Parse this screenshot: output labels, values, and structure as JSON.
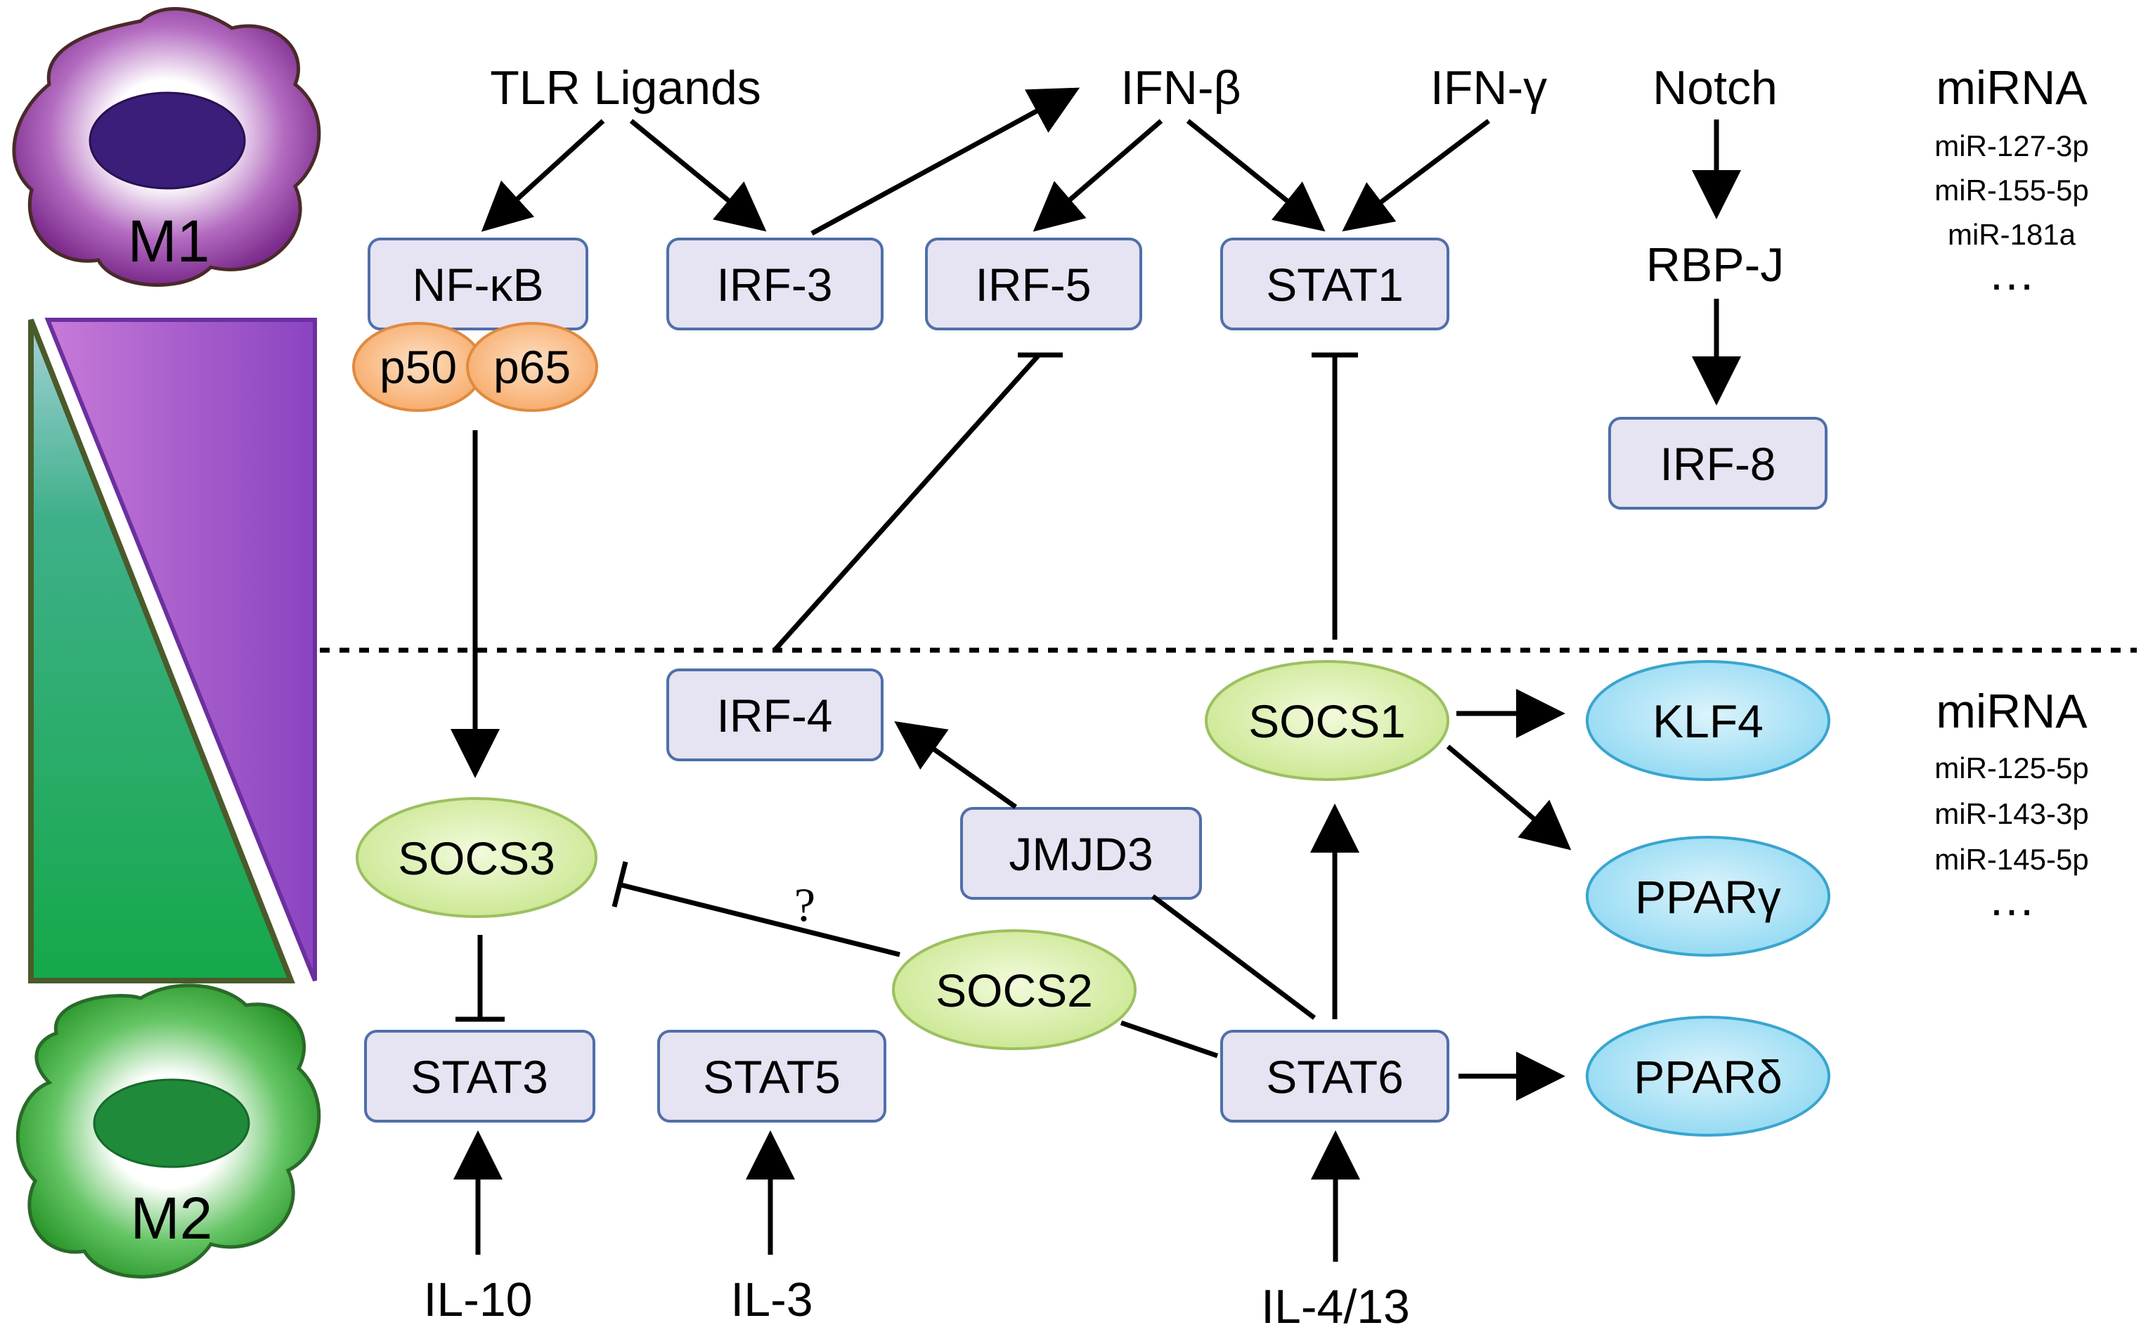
{
  "cells": {
    "m1": "M1",
    "m2": "M2"
  },
  "inputs": {
    "tlr": "TLR Ligands",
    "ifn_beta": "IFN-β",
    "ifn_gamma": "IFN-γ",
    "notch": "Notch",
    "rbpj": "RBP-J",
    "il10": "IL-10",
    "il3": "IL-3",
    "il4_13": "IL-4/13"
  },
  "boxes": {
    "nfkb": "NF-κB",
    "irf3": "IRF-3",
    "irf5": "IRF-5",
    "stat1": "STAT1",
    "irf8": "IRF-8",
    "irf4": "IRF-4",
    "jmjd3": "JMJD3",
    "stat3": "STAT3",
    "stat5": "STAT5",
    "stat6": "STAT6"
  },
  "ovals": {
    "p50": "p50",
    "p65": "p65",
    "socs3": "SOCS3",
    "socs1": "SOCS1",
    "socs2": "SOCS2",
    "klf4": "KLF4",
    "ppar_gamma": "PPARγ",
    "ppar_delta": "PPARδ"
  },
  "question_mark": "?",
  "mirna_m1": {
    "title": "miRNA",
    "items": [
      "miR-127-3p",
      "miR-155-5p",
      "miR-181a"
    ],
    "ellipsis": "…"
  },
  "mirna_m2": {
    "title": "miRNA",
    "items": [
      "miR-125-5p",
      "miR-143-3p",
      "miR-145-5p"
    ],
    "ellipsis": "…"
  },
  "colors": {
    "m1_purple": "#8B3A9C",
    "m1_nucleus": "#3A1E7A",
    "m2_green": "#2FA62F",
    "m2_nucleus": "#1F8A3A",
    "box_fill": "#E6E3F2",
    "box_stroke": "#4F6FA8",
    "orange_fill": "#F9B27A",
    "green_oval": "#D8EFA8",
    "blue_oval": "#A8E0F4"
  }
}
